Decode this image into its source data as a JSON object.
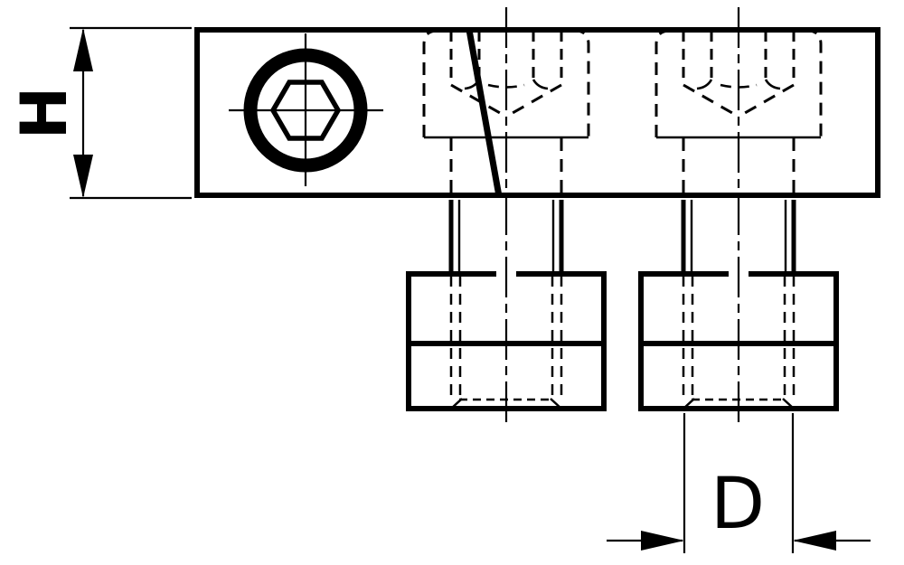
{
  "drawing": {
    "type": "technical-drawing",
    "description_visible_text_only": true,
    "colors": {
      "background": "#ffffff",
      "line": "#000000"
    },
    "dimensions": {
      "height_label": "H",
      "thread_diameter_label": "D"
    }
  }
}
